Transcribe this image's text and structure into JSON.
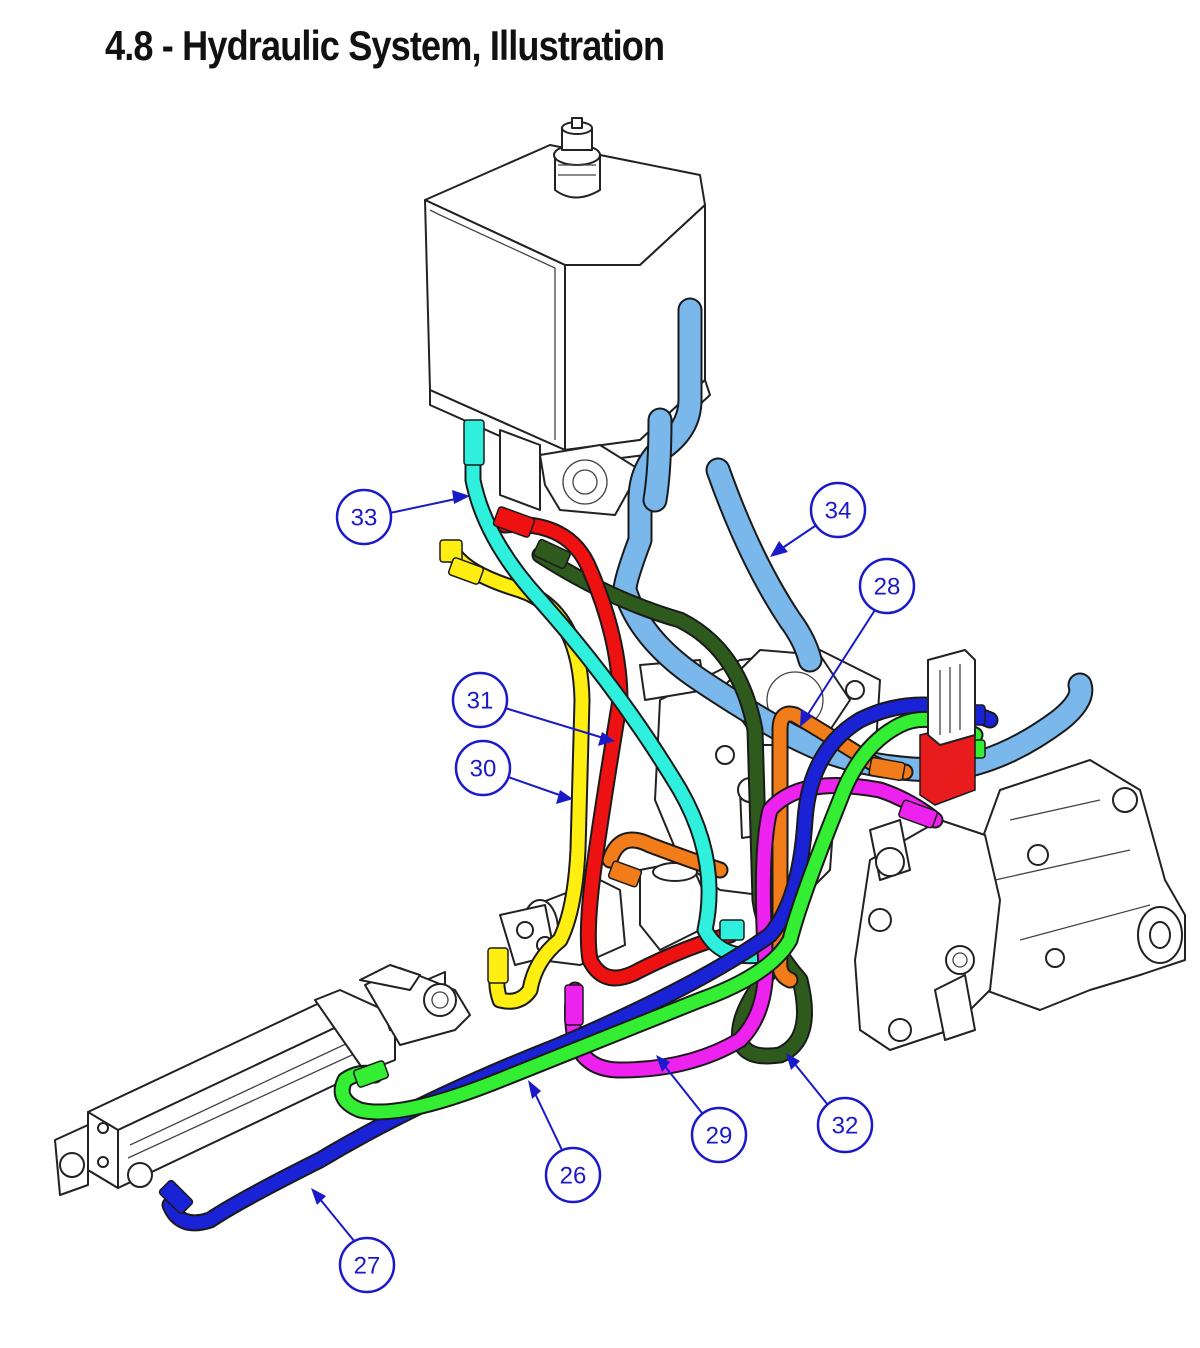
{
  "title": "4.8 - Hydraulic System, Illustration",
  "colors": {
    "callout": "#1a1ac8",
    "hose_26": "#33ee33",
    "hose_27": "#1a22d6",
    "hose_28": "#f27b1a",
    "hose_29": "#ee22ee",
    "hose_30": "#ffee11",
    "hose_31": "#ee1111",
    "hose_32": "#2e5a1e",
    "hose_33": "#2ef0dc",
    "hose_34": "#7ab8ec",
    "valve_block": "#e81c1c"
  },
  "callouts": [
    {
      "id": "26",
      "label": "26",
      "hose": "hose_26"
    },
    {
      "id": "27",
      "label": "27",
      "hose": "hose_27"
    },
    {
      "id": "28",
      "label": "28",
      "hose": "hose_28"
    },
    {
      "id": "29",
      "label": "29",
      "hose": "hose_29"
    },
    {
      "id": "30",
      "label": "30",
      "hose": "hose_30"
    },
    {
      "id": "31",
      "label": "31",
      "hose": "hose_31"
    },
    {
      "id": "32",
      "label": "32",
      "hose": "hose_32"
    },
    {
      "id": "33",
      "label": "33",
      "hose": "hose_33"
    },
    {
      "id": "34",
      "label": "34",
      "hose": "hose_34"
    }
  ]
}
